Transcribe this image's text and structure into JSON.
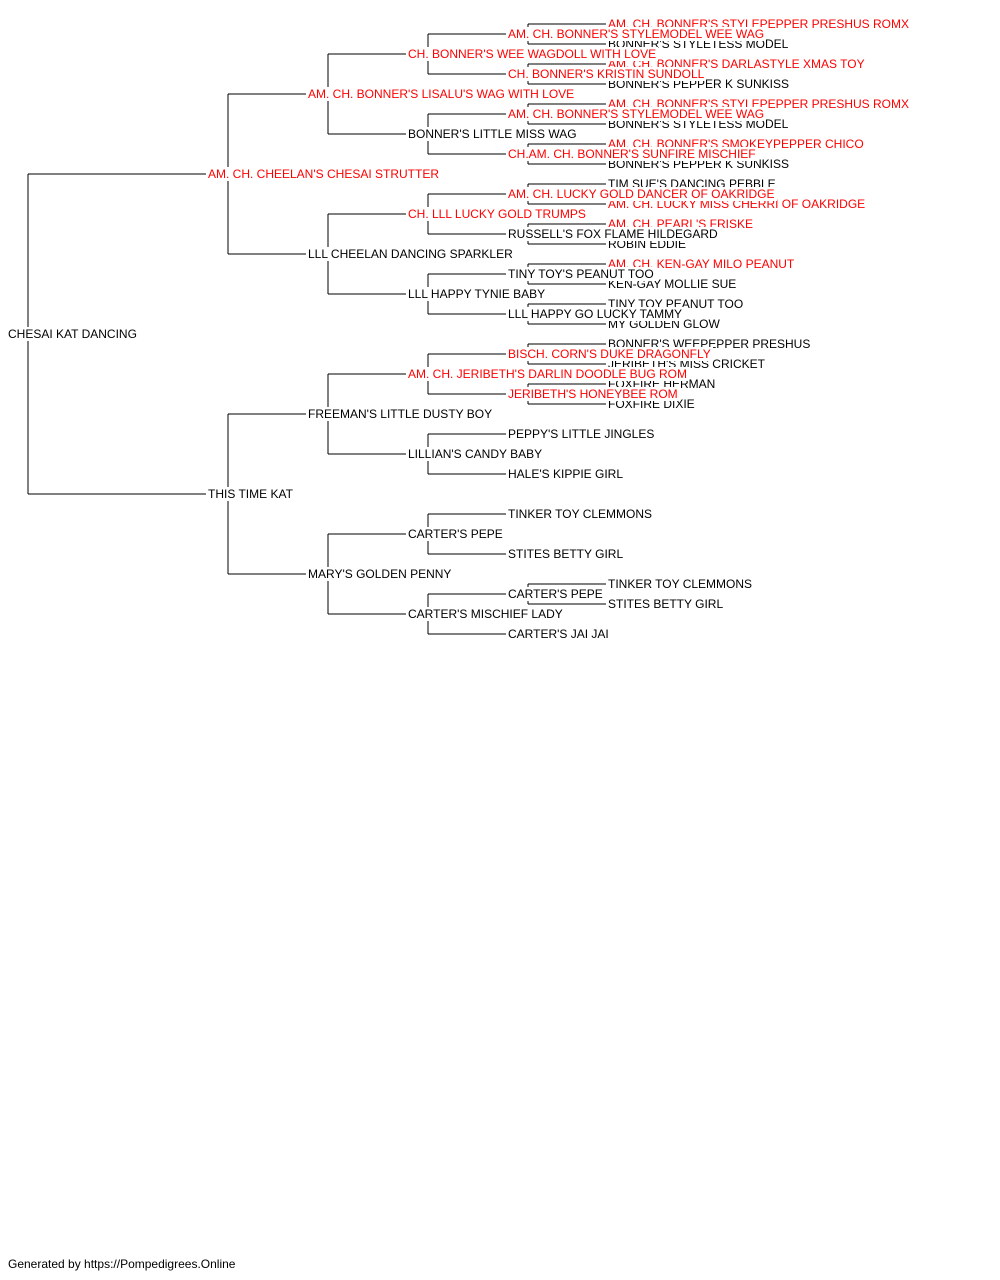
{
  "colors": {
    "champion": "#ff0000",
    "normal": "#000000",
    "line": "#000000",
    "background": "#ffffff"
  },
  "pedigree": {
    "name": "CHESAI KAT DANCING",
    "champion": false,
    "sire": {
      "name": "AM. CH. CHEELAN'S CHESAI STRUTTER",
      "champion": true,
      "sire": {
        "name": "AM. CH. BONNER'S LISALU'S WAG WITH LOVE",
        "champion": true,
        "sire": {
          "name": "CH. BONNER'S WEE WAGDOLL WITH LOVE",
          "champion": true,
          "sire": {
            "name": "AM. CH. BONNER'S STYLEMODEL WEE WAG",
            "champion": true,
            "sire": {
              "name": "AM. CH. BONNER'S STYLEPEPPER PRESHUS ROMX",
              "champion": true
            },
            "dam": {
              "name": "BONNER'S STYLETESS MODEL",
              "champion": false
            }
          },
          "dam": {
            "name": "CH. BONNER'S KRISTIN SUNDOLL",
            "champion": true,
            "sire": {
              "name": "AM. CH. BONNER'S DARLASTYLE XMAS TOY",
              "champion": true
            },
            "dam": {
              "name": "BONNER'S PEPPER K SUNKISS",
              "champion": false
            }
          }
        },
        "dam": {
          "name": "BONNER'S LITTLE MISS WAG",
          "champion": false,
          "sire": {
            "name": "AM. CH. BONNER'S STYLEMODEL WEE WAG",
            "champion": true,
            "sire": {
              "name": "AM. CH. BONNER'S STYLEPEPPER PRESHUS ROMX",
              "champion": true
            },
            "dam": {
              "name": "BONNER'S STYLETESS MODEL",
              "champion": false
            }
          },
          "dam": {
            "name": "CH.AM. CH. BONNER'S SUNFIRE MISCHIEF",
            "champion": true,
            "sire": {
              "name": "AM. CH. BONNER'S SMOKEYPEPPER CHICO",
              "champion": true
            },
            "dam": {
              "name": "BONNER'S PEPPER K SUNKISS",
              "champion": false
            }
          }
        }
      },
      "dam": {
        "name": "LLL CHEELAN DANCING SPARKLER",
        "champion": false,
        "sire": {
          "name": "CH. LLL LUCKY GOLD TRUMPS",
          "champion": true,
          "sire": {
            "name": "AM. CH. LUCKY GOLD DANCER OF OAKRIDGE",
            "champion": true,
            "sire": {
              "name": "TIM SUE'S DANCING PEBBLE",
              "champion": false
            },
            "dam": {
              "name": "AM. CH. LUCKY MISS CHERRI OF OAKRIDGE",
              "champion": true
            }
          },
          "dam": {
            "name": "RUSSELL'S FOX FLAME HILDEGARD",
            "champion": false,
            "sire": {
              "name": "AM. CH. PEARL'S FRISKE",
              "champion": true
            },
            "dam": {
              "name": "ROBIN EDDIE",
              "champion": false
            }
          }
        },
        "dam": {
          "name": "LLL HAPPY TYNIE BABY",
          "champion": false,
          "sire": {
            "name": "TINY TOY'S PEANUT TOO",
            "champion": false,
            "sire": {
              "name": "AM. CH. KEN-GAY MILO PEANUT",
              "champion": true
            },
            "dam": {
              "name": "KEN-GAY MOLLIE SUE",
              "champion": false
            }
          },
          "dam": {
            "name": "LLL HAPPY GO LUCKY TAMMY",
            "champion": false,
            "sire": {
              "name": "TINY TOY PEANUT TOO",
              "champion": false
            },
            "dam": {
              "name": "MY GOLDEN GLOW",
              "champion": false
            }
          }
        }
      }
    },
    "dam": {
      "name": "THIS TIME KAT",
      "champion": false,
      "sire": {
        "name": "FREEMAN'S LITTLE DUSTY BOY",
        "champion": false,
        "sire": {
          "name": "AM. CH. JERIBETH'S DARLIN DOODLE BUG ROM",
          "champion": true,
          "sire": {
            "name": "BISCH. CORN'S DUKE DRAGONFLY",
            "champion": true,
            "sire": {
              "name": "BONNER'S WEEPEPPER PRESHUS",
              "champion": false
            },
            "dam": {
              "name": "JERIBETH'S MISS CRICKET",
              "champion": false
            }
          },
          "dam": {
            "name": "JERIBETH'S HONEYBEE ROM",
            "champion": true,
            "sire": {
              "name": "FOXFIRE HERMAN",
              "champion": false
            },
            "dam": {
              "name": "FOXFIRE DIXIE",
              "champion": false
            }
          }
        },
        "dam": {
          "name": "LILLIAN'S CANDY BABY",
          "champion": false,
          "sire": {
            "name": "PEPPY'S LITTLE JINGLES",
            "champion": false
          },
          "dam": {
            "name": "HALE'S KIPPIE GIRL",
            "champion": false
          }
        }
      },
      "dam": {
        "name": "MARY'S GOLDEN PENNY",
        "champion": false,
        "sire": {
          "name": "CARTER'S PEPE",
          "champion": false,
          "sire": {
            "name": "TINKER TOY CLEMMONS",
            "champion": false
          },
          "dam": {
            "name": "STITES BETTY GIRL",
            "champion": false
          }
        },
        "dam": {
          "name": "CARTER'S MISCHIEF LADY",
          "champion": false,
          "sire": {
            "name": "CARTER'S PEPE",
            "champion": false,
            "sire": {
              "name": "TINKER TOY CLEMMONS",
              "champion": false
            },
            "dam": {
              "name": "STITES BETTY GIRL",
              "champion": false
            }
          },
          "dam": {
            "name": "CARTER'S JAI JAI",
            "champion": false
          }
        }
      }
    }
  },
  "footer": {
    "text": "Generated by https://Pompedigrees.Online"
  }
}
